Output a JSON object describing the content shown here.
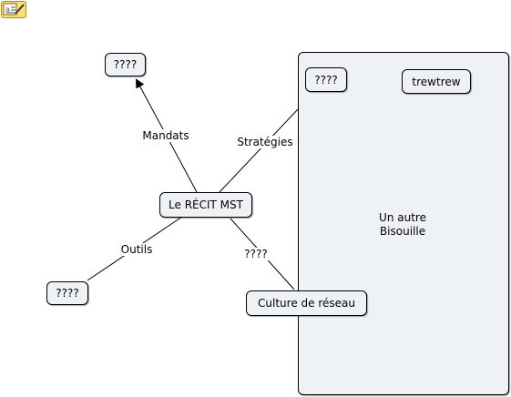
{
  "toolbar": {
    "icon": "note-edit-icon"
  },
  "map": {
    "center": "Le RÉCIT MST",
    "top_concept": "????",
    "left_concept": "????",
    "bottom_concept": "Culture de réseau",
    "group": {
      "label": "Un autre Bisouille",
      "inner_left": "????",
      "inner_right": "trewtrew"
    },
    "links": {
      "mandats": "Mandats",
      "strategies": "Stratégies",
      "outils": "Outils",
      "unknown": "????"
    }
  },
  "colors": {
    "node_fill": "#eef2f5",
    "border": "#000000",
    "background": "#ffffff"
  }
}
